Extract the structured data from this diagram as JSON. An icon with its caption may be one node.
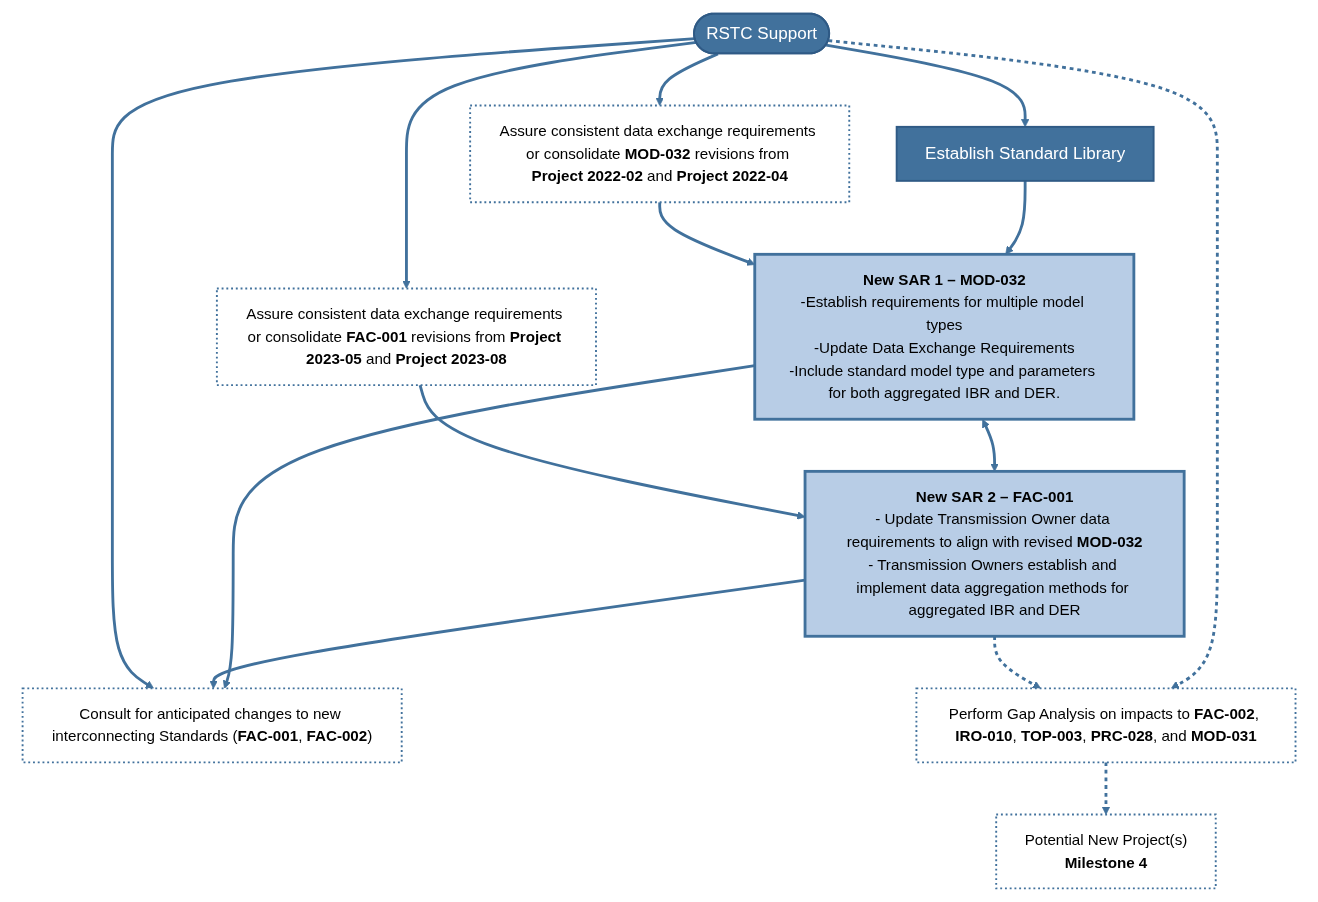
{
  "diagram": {
    "nodes": [
      {
        "text": [
          "RSTC Support"
        ]
      },
      {
        "text": [
          "Establish Standard Library"
        ]
      },
      {
        "text": [
          "New SAR 1 – MOD-032",
          "-Establish requirements for multiple model types",
          "-Update Data Exchange Requirements",
          "-Include standard model type and parameters for both aggregated IBR and DER."
        ]
      },
      {
        "text": [
          "Assure consistent data exchange requirements or consolidate **MOD-032** revisions from **Project 2022-02** and **Project 2022-04**"
        ]
      },
      {
        "text": [
          "Consult for anticipated changes to new interconnecting Standards (**FAC-001**, **FAC-002**)"
        ]
      },
      {
        "text": [
          "New SAR 2 – FAC-001",
          "- Update Transmission Owner data requirements to align with revised **MOD-032**",
          "- Transmission Owners establish and implement data aggregation methods for aggregated IBR and DER"
        ]
      },
      {
        "text": [
          "Assure consistent data exchange requirements or consolidate **FAC-001** revisions from **Project 2023-05** and **Project 2023-08**"
        ]
      },
      {
        "text": [
          "Perform Gap Analysis on impacts to **FAC-002**, **IRO-010**, **TOP-003**, **PRC-028**, and **MOD-031**"
        ]
      },
      {
        "text": [
          "Potential New Project(s)",
          "Milestone 4"
        ]
      }
    ],
    "edges": [
      {
        "from": 0,
        "to": 1,
        "arrow": "to"
      },
      {
        "from": 1,
        "to": 2,
        "arrow": "to"
      },
      {
        "from": 3,
        "to": 2,
        "arrow": "to"
      },
      {
        "from": 2,
        "to": 5,
        "arrow": "both"
      },
      {
        "from": 2,
        "to": 4,
        "arrow": "to"
      },
      {
        "from": 5,
        "to": 4,
        "arrow": "to"
      },
      {
        "from": 6,
        "to": 5,
        "arrow": "to"
      },
      {
        "from": 0,
        "to": 3,
        "arrow": "to"
      },
      {
        "from": 0,
        "to": 6,
        "arrow": "to"
      },
      {
        "from": 0,
        "to": 4,
        "arrow": "to"
      },
      {
        "from": 0,
        "to": 7,
        "arrow": "to",
        "style": "dashed"
      },
      {
        "from": 5,
        "to": 7,
        "arrow": "to",
        "style": "dashed"
      },
      {
        "from": 7,
        "to": 8,
        "arrow": "to",
        "style": "dashed"
      }
    ]
  }
}
